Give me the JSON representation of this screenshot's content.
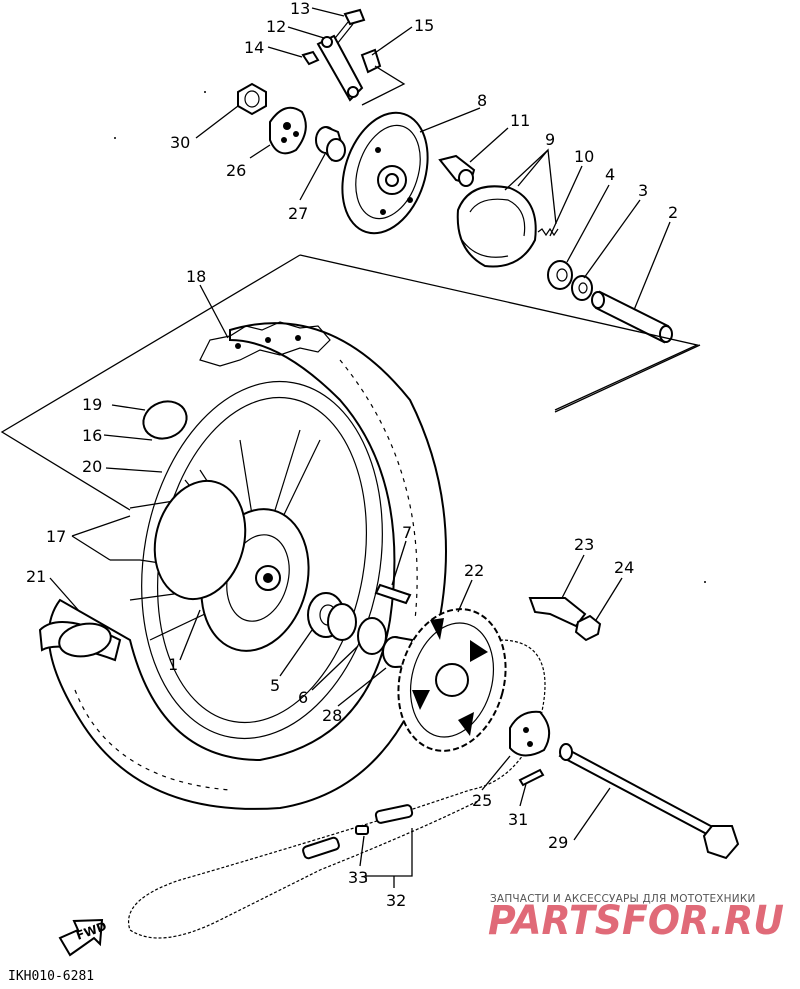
{
  "diagram_code": "IKH010-6281",
  "fwd_label": "FWD",
  "watermark": {
    "subtitle": "ЗАПЧАСТИ И АКСЕССУАРЫ ДЛЯ МОТОТЕХНИКИ",
    "brand": "PARTSFOR.RU"
  },
  "callouts": [
    {
      "id": "13",
      "label": "13"
    },
    {
      "id": "12",
      "label": "12"
    },
    {
      "id": "14",
      "label": "14"
    },
    {
      "id": "15",
      "label": "15"
    },
    {
      "id": "8",
      "label": "8"
    },
    {
      "id": "30",
      "label": "30"
    },
    {
      "id": "26",
      "label": "26"
    },
    {
      "id": "27",
      "label": "27"
    },
    {
      "id": "11",
      "label": "11"
    },
    {
      "id": "9",
      "label": "9"
    },
    {
      "id": "10",
      "label": "10"
    },
    {
      "id": "4",
      "label": "4"
    },
    {
      "id": "3",
      "label": "3"
    },
    {
      "id": "2",
      "label": "2"
    },
    {
      "id": "18",
      "label": "18"
    },
    {
      "id": "19",
      "label": "19"
    },
    {
      "id": "16",
      "label": "16"
    },
    {
      "id": "20",
      "label": "20"
    },
    {
      "id": "17",
      "label": "17"
    },
    {
      "id": "21",
      "label": "21"
    },
    {
      "id": "7",
      "label": "7"
    },
    {
      "id": "1",
      "label": "1"
    },
    {
      "id": "5",
      "label": "5"
    },
    {
      "id": "6",
      "label": "6"
    },
    {
      "id": "28",
      "label": "28"
    },
    {
      "id": "22",
      "label": "22"
    },
    {
      "id": "23",
      "label": "23"
    },
    {
      "id": "24",
      "label": "24"
    },
    {
      "id": "25",
      "label": "25"
    },
    {
      "id": "31",
      "label": "31"
    },
    {
      "id": "29",
      "label": "29"
    },
    {
      "id": "33",
      "label": "33"
    },
    {
      "id": "32",
      "label": "32"
    }
  ]
}
